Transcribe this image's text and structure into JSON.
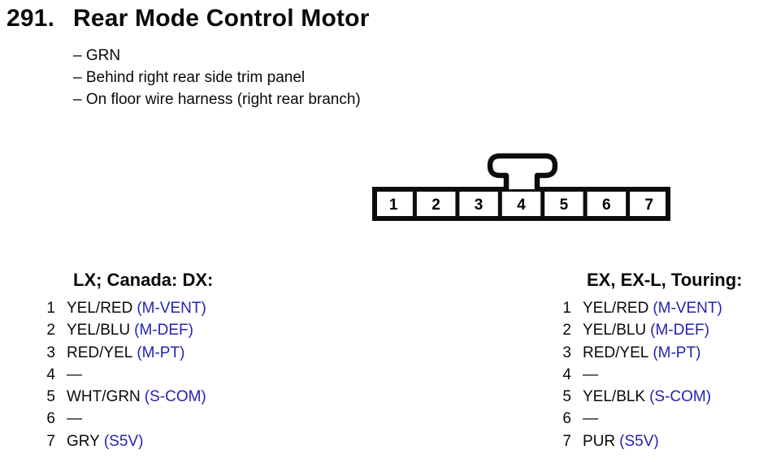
{
  "page": {
    "title_number": "291.",
    "title": "Rear Mode Control Motor",
    "notes": [
      "– GRN",
      "– Behind right rear side trim panel",
      "– On floor wire harness (right rear branch)"
    ]
  },
  "connector": {
    "description": "7-pin connector, numbered cells with locking tab above pin 4",
    "pins": [
      "1",
      "2",
      "3",
      "4",
      "5",
      "6",
      "7"
    ]
  },
  "tables": [
    {
      "heading": "LX; Canada: DX:",
      "rows": [
        {
          "pin": "1",
          "wire": "YEL/RED",
          "signal": "(M-VENT)"
        },
        {
          "pin": "2",
          "wire": "YEL/BLU",
          "signal": "(M-DEF)"
        },
        {
          "pin": "3",
          "wire": "RED/YEL",
          "signal": "(M-PT)"
        },
        {
          "pin": "4",
          "wire": "—",
          "signal": ""
        },
        {
          "pin": "5",
          "wire": "WHT/GRN",
          "signal": "(S-COM)"
        },
        {
          "pin": "6",
          "wire": "—",
          "signal": ""
        },
        {
          "pin": "7",
          "wire": "GRY",
          "signal": "(S5V)"
        }
      ]
    },
    {
      "heading": "EX, EX-L, Touring:",
      "rows": [
        {
          "pin": "1",
          "wire": "YEL/RED",
          "signal": "(M-VENT)"
        },
        {
          "pin": "2",
          "wire": "YEL/BLU",
          "signal": "(M-DEF)"
        },
        {
          "pin": "3",
          "wire": "RED/YEL",
          "signal": "(M-PT)"
        },
        {
          "pin": "4",
          "wire": "—",
          "signal": ""
        },
        {
          "pin": "5",
          "wire": "YEL/BLK",
          "signal": "(S-COM)"
        },
        {
          "pin": "6",
          "wire": "—",
          "signal": ""
        },
        {
          "pin": "7",
          "wire": "PUR",
          "signal": "(S5V)"
        }
      ]
    }
  ],
  "colors": {
    "ink": "#0a0a0a",
    "signal_blue": "#2323b4",
    "line_black": "#0d0d0d"
  }
}
